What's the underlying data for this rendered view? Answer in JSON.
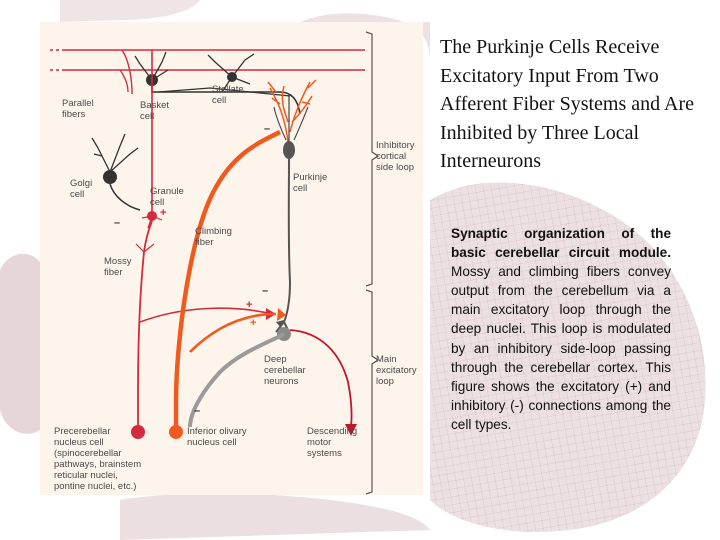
{
  "slide": {
    "title": "The Purkinje Cells Receive Excitatory Input From Two Afferent Fiber Systems and Are Inhibited by Three Local Interneurons",
    "caption_bold": "Synaptic organization of the basic cerebellar circuit module.",
    "caption_text": " Mossy and climbing fibers convey output from the cerebellum via a main excitatory loop through the deep nuclei. This loop is modulated by an inhibitory side-loop passing through the cerebellar cortex. This figure shows the excitatory (+) and inhibitory (-) connections among the cell types."
  },
  "figure": {
    "labels": {
      "parallel_fibers": "Parallel\nfibers",
      "basket_cell": "Basket\ncell",
      "stellate_cell": "Stellate\ncell",
      "golgi_cell": "Golgi\ncell",
      "granule_cell": "Granule\ncell",
      "climbing_fiber": "Climbing\nfiber",
      "mossy_fiber": "Mossy\nfiber",
      "purkinje_cell": "Purkinje\ncell",
      "inhibitory_loop": "Inhibitory\ncortical\nside loop",
      "main_loop": "Main\nexcitatory\nloop",
      "deep_nuclei": "Deep\ncerebellar\nneurons",
      "precerebellar": "Precerebellar\nnucleus cell\n(spinocerebellar\npathways, brainstem\nreticular nuclei,\npontine nuclei, etc.)",
      "inferior_olivary": "Inferior olivary\nnucleus cell",
      "descending_motor": "Descending\nmotor\nsystems"
    },
    "signs": {
      "plus": "+",
      "minus": "–"
    },
    "colors": {
      "mossy": "#d42a3c",
      "climbing": "#f05a1e",
      "purkinje": "#555555",
      "deep": "#9a9a9a",
      "descending": "#c0162a",
      "interneuron": "#333333",
      "figure_bg": "#fdf5ec"
    }
  }
}
